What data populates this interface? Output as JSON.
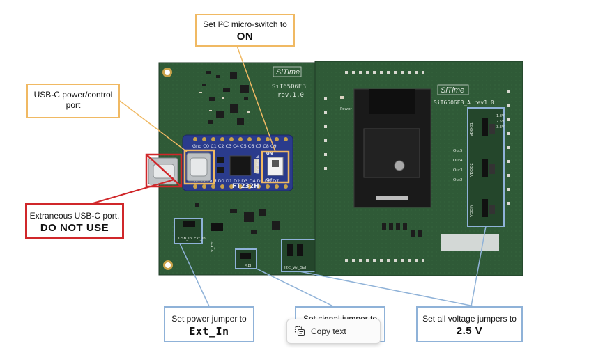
{
  "board_left": {
    "logo": "SiTime",
    "model": "SiT6506EB",
    "rev": "rev.1.0",
    "chip": "FT232H",
    "i2c_mode_label": "I2C Mode",
    "on_label": "ON",
    "off_label": "Off",
    "pin_labels_top": "Gnd C0 C1 C2 C3 C4 C5 C6 C7 C8 C9",
    "pin_labels_bottom": "3V 5V Gnd D0 D1 D2 D3 D4 D5 D6 D7",
    "usb_jumper_label": "USB_In",
    "ext_jumper_label": "Ext_In",
    "vext_label": "V_Ext",
    "spi_label": "SPI",
    "i2c_vol_label": "I2C_Vol_Sel"
  },
  "board_right": {
    "logo": "SiTime",
    "model": "SiT6506EB_A rev1.0",
    "power_label": "Power",
    "vddo_labels": [
      "VDDO1",
      "VDDO2",
      "VDDIN"
    ],
    "voltages": [
      "1.8V",
      "2.5V",
      "3.3V"
    ],
    "outs": [
      "Out5",
      "Out4",
      "Out3",
      "Out2"
    ]
  },
  "callouts": {
    "i2c_switch": {
      "line": "Set I²C micro-switch to",
      "bold": "ON"
    },
    "usb_power": {
      "line1": "USB-C power/control",
      "line2": "port"
    },
    "extraneous": {
      "line": "Extraneous USB-C port.",
      "bold": "DO NOT USE"
    },
    "power_jumper": {
      "line": "Set power jumper to",
      "bold": "Ext_In"
    },
    "signal_jumper": {
      "line": "Set signal jumper to"
    },
    "voltage_jumpers": {
      "line": "Set all voltage jumpers to",
      "bold": "2.5 V"
    }
  },
  "popup": {
    "copy_label": "Copy text"
  },
  "colors": {
    "pcb": "#2f5a37",
    "pcb_dark": "#224029",
    "orange": "#f0b963",
    "blue": "#8fb2d8",
    "red": "#d0272a",
    "breakout": "#2a3b8c"
  }
}
